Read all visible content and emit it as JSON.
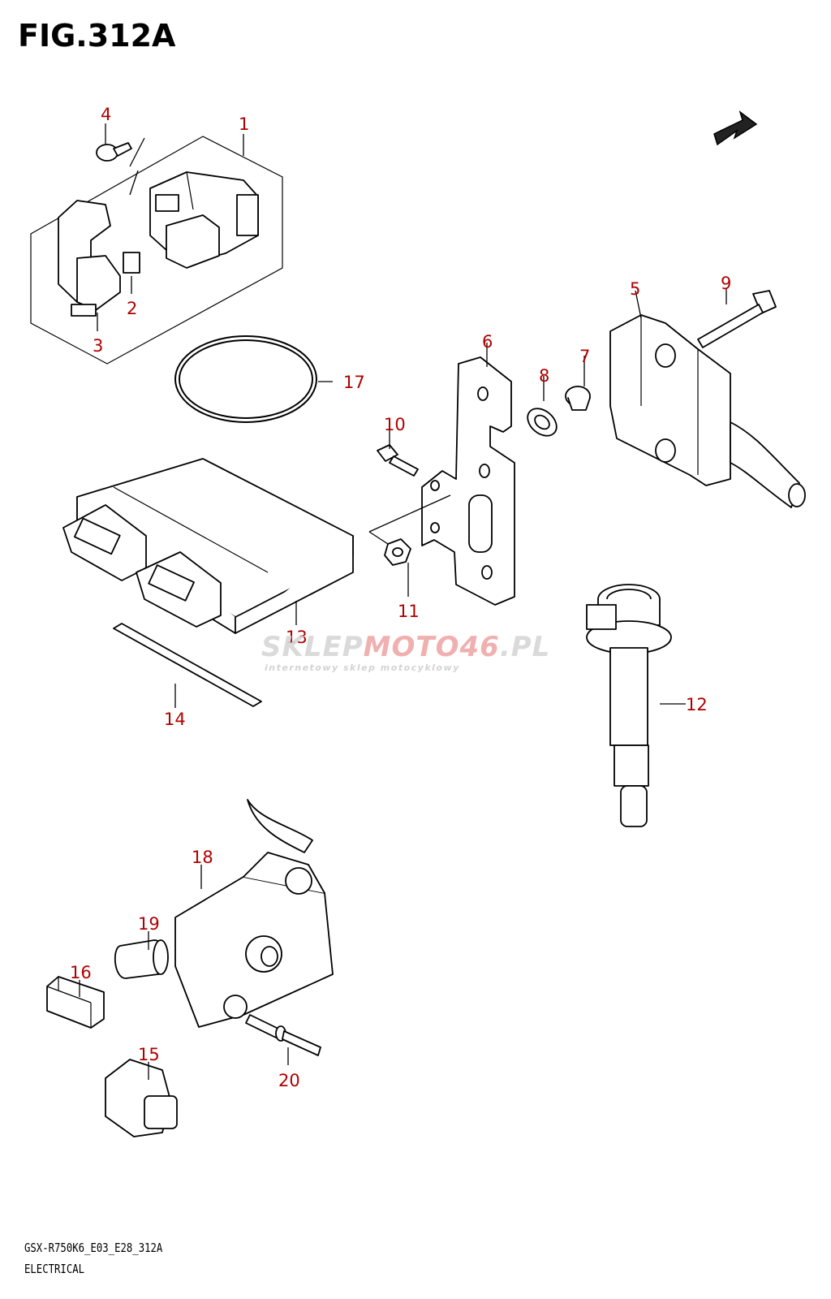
{
  "figure": {
    "title": "FIG.312A"
  },
  "watermark": {
    "brand_prefix": "SKLEP",
    "brand_mid": "MOTO",
    "brand_num": "46",
    "brand_suffix": ".PL",
    "tagline": "internetowy sklep motocyklowy",
    "colors": {
      "gray": "#d6d6d6",
      "red": "#f0a8a8"
    }
  },
  "callout_color": "#b00000",
  "callouts": [
    "1",
    "2",
    "3",
    "4",
    "5",
    "6",
    "7",
    "8",
    "9",
    "10",
    "11",
    "12",
    "13",
    "14",
    "15",
    "16",
    "17",
    "18",
    "19",
    "20"
  ],
  "footer": {
    "model_code": "GSX-R750K6_E03_E28_312A",
    "section": "ELECTRICAL"
  },
  "icons": {
    "direction_arrow": "front-arrow-icon"
  }
}
